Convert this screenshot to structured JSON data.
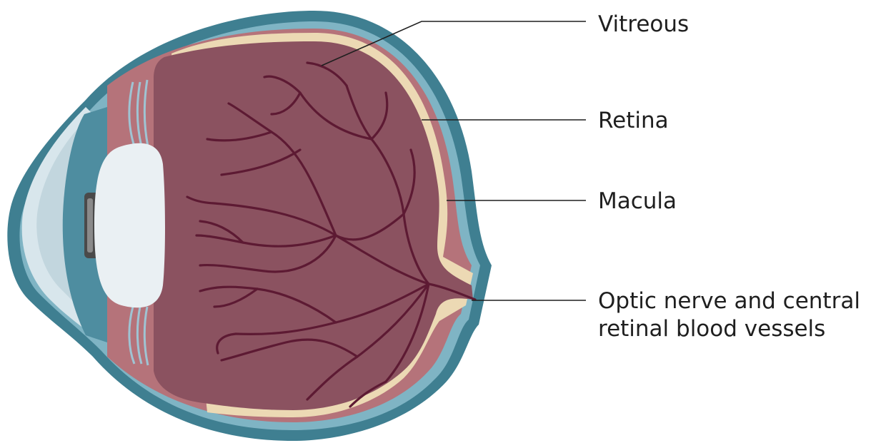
{
  "diagram": {
    "labels": {
      "vitreous": "Vitreous",
      "retina": "Retina",
      "macula": "Macula",
      "optic_line1": "Optic nerve and central",
      "optic_line2": "retinal blood vessels"
    },
    "colors": {
      "sclera": "#3f7f91",
      "choroid_light": "#7fb4c4",
      "uvea": "#b5737a",
      "retina_band": "#ecd9b4",
      "vitreous": "#8b5260",
      "vessels": "#5d1a33",
      "lens": "#eaf0f3",
      "cornea": "#d8e6ec",
      "iris": "#4a4a4a",
      "leader_lines": "#1f1f1f"
    }
  }
}
